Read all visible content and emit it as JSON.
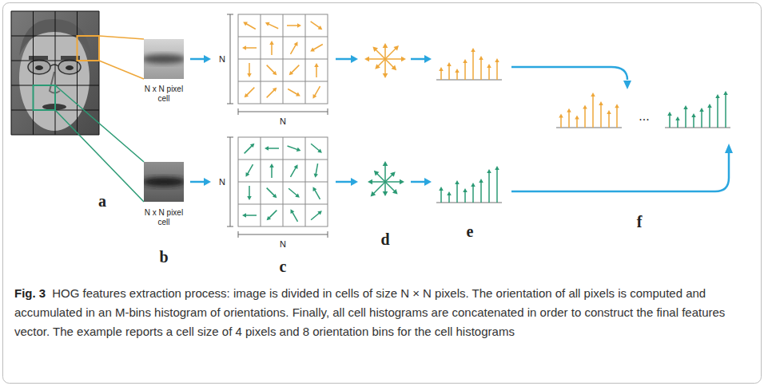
{
  "diagram": {
    "caption": "HOG features extraction process: image is divided in cells of size N × N pixels. The orientation of all pixels is computed and accumulated in an M-bins histogram of orientations. Finally, all cell histograms are concatenated in order to construct the final features vector. The example reports a cell size of 4 pixels and 8 orientation bins for the cell histograms",
    "labels": [
      "N x N pixel cell",
      "N x N pixel cell",
      "a",
      "b",
      "N",
      "N",
      "N",
      "N",
      "c",
      "d",
      "e",
      "...",
      "f",
      "Fig. 3"
    ]
  }
}
